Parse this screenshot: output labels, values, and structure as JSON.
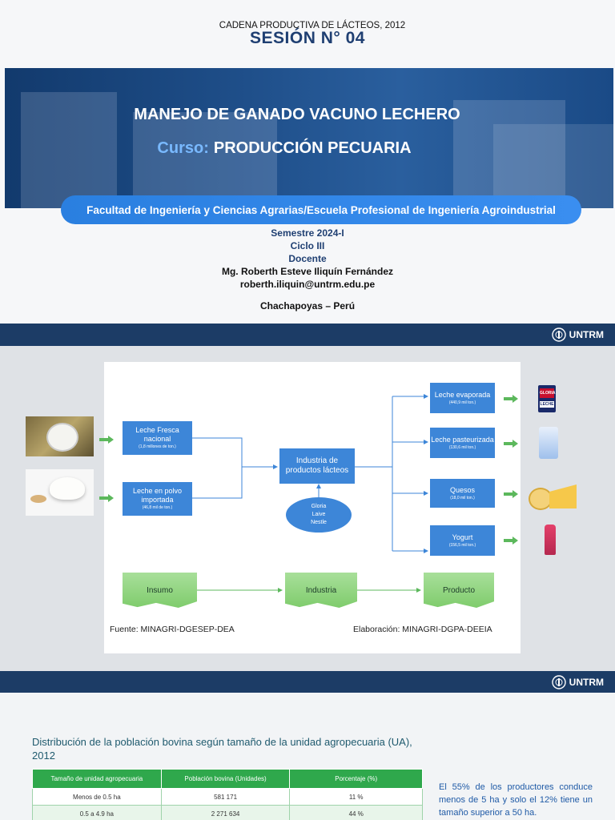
{
  "slide1": {
    "session": "SESIÓN N° 04",
    "title": "MANEJO DE GANADO VACUNO LECHERO",
    "course_label": "Curso:",
    "course_name": "PRODUCCIÓN PECUARIA",
    "faculty": "Facultad de Ingeniería y Ciencias Agrarias/Escuela Profesional de Ingeniería Agroindustrial",
    "semester": "Semestre 2024-I",
    "cycle": "Ciclo III",
    "teacher_label": "Docente",
    "teacher_name": "Mg. Roberth Esteve Iliquín Fernández",
    "email": "roberth.iliquin@untrm.edu.pe",
    "city": "Chachapoyas – Perú"
  },
  "footer": {
    "logo_text": "UNTRM"
  },
  "slide2": {
    "title": "CADENA PRODUCTIVA DE LÁCTEOS, 2012",
    "inputs": [
      {
        "label": "Leche Fresca nacional",
        "sub": "(1,8 millones de ton.)"
      },
      {
        "label": "Leche en polvo importada",
        "sub": "(46,8 mil de ton.)"
      }
    ],
    "industry": {
      "label": "Industria de productos lácteos"
    },
    "companies": [
      "Gloria",
      "Laive",
      "Nestle"
    ],
    "products": [
      {
        "label": "Leche evaporada",
        "sub": "(440,9 mil ton.)"
      },
      {
        "label": "Leche pasteurizada",
        "sub": "(130,6 mil ton.)"
      },
      {
        "label": "Quesos",
        "sub": "(18,0 mil ton.)"
      },
      {
        "label": "Yogurt",
        "sub": "(156,5 mil ton.)"
      }
    ],
    "flow": [
      "Insumo",
      "Industria",
      "Producto"
    ],
    "source": "Fuente: MINAGRI-DGESEP-DEA",
    "elaboration": "Elaboración: MINAGRI-DGPA-DEEIA",
    "can_brand": "GLORIA",
    "can_text": "LECHE"
  },
  "slide3": {
    "title": "Distribución de la población bovina según tamaño de la unidad agropecuaria (UA), 2012",
    "table": {
      "headers": [
        "Tamaño de unidad agropecuaria",
        "Población bovina (Unidades)",
        "Porcentaje (%)"
      ],
      "rows": [
        [
          "Menos de 0.5 ha",
          "581 171",
          "11 %"
        ],
        [
          "0.5 a 4.9 ha",
          "2 271 634",
          "44 %"
        ]
      ]
    },
    "note": "El 55% de los productores conduce menos de 5 ha y solo el 12% tiene un tamaño superior a 50 ha."
  },
  "colors": {
    "navy": "#1c3c66",
    "title_blue": "#1f3f72",
    "box_blue": "#3d86d8",
    "green": "#2fa84c",
    "arrow_green": "#5cb85c"
  }
}
